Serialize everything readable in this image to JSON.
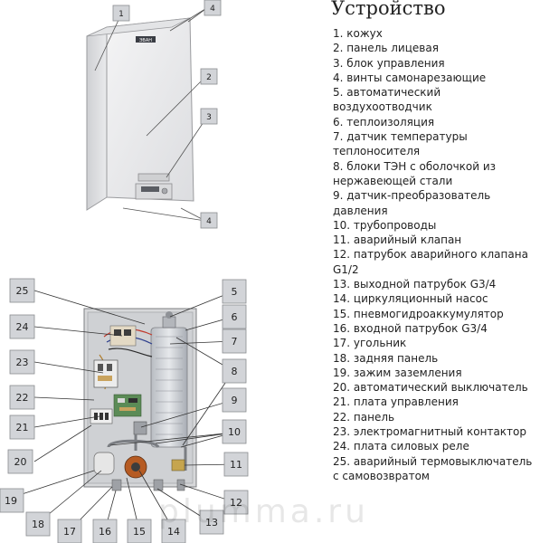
{
  "title": "Устройство",
  "watermark": "plumma.ru",
  "brand": "ЭВАН",
  "callouts_top": [
    "1",
    "4",
    "2",
    "3",
    "4"
  ],
  "callouts_bottom": [
    "25",
    "24",
    "23",
    "22",
    "21",
    "20",
    "19",
    "18",
    "17",
    "16",
    "15",
    "14",
    "13",
    "12",
    "11",
    "10",
    "9",
    "8",
    "7",
    "6",
    "5"
  ],
  "legend": [
    "1. кожух",
    "2. панель лицевая",
    "3. блок управления",
    "4. винты самонарезающие",
    "5. автоматический воздухоотводчик",
    "6. теплоизоляция",
    "7. датчик температуры теплоносителя",
    "8. блоки ТЭН с оболочкой из нержавеющей стали",
    "9. датчик-преобразователь давления",
    "10. трубопроводы",
    "11. аварийный клапан",
    "12. патрубок аварийного клапана G1/2",
    "13. выходной патрубок G3/4",
    "14. циркуляционный насос",
    "15. пневмогидроаккумулятор",
    "16. входной патрубок G3/4",
    "17. угольник",
    "18. задняя панель",
    "19. зажим заземления",
    "20. автоматический выключатель",
    "21. плата управления",
    "22. панель",
    "23. электромагнитный контактор",
    "24. плата силовых реле",
    "25. аварийный термовыключатель с самовозвратом"
  ]
}
